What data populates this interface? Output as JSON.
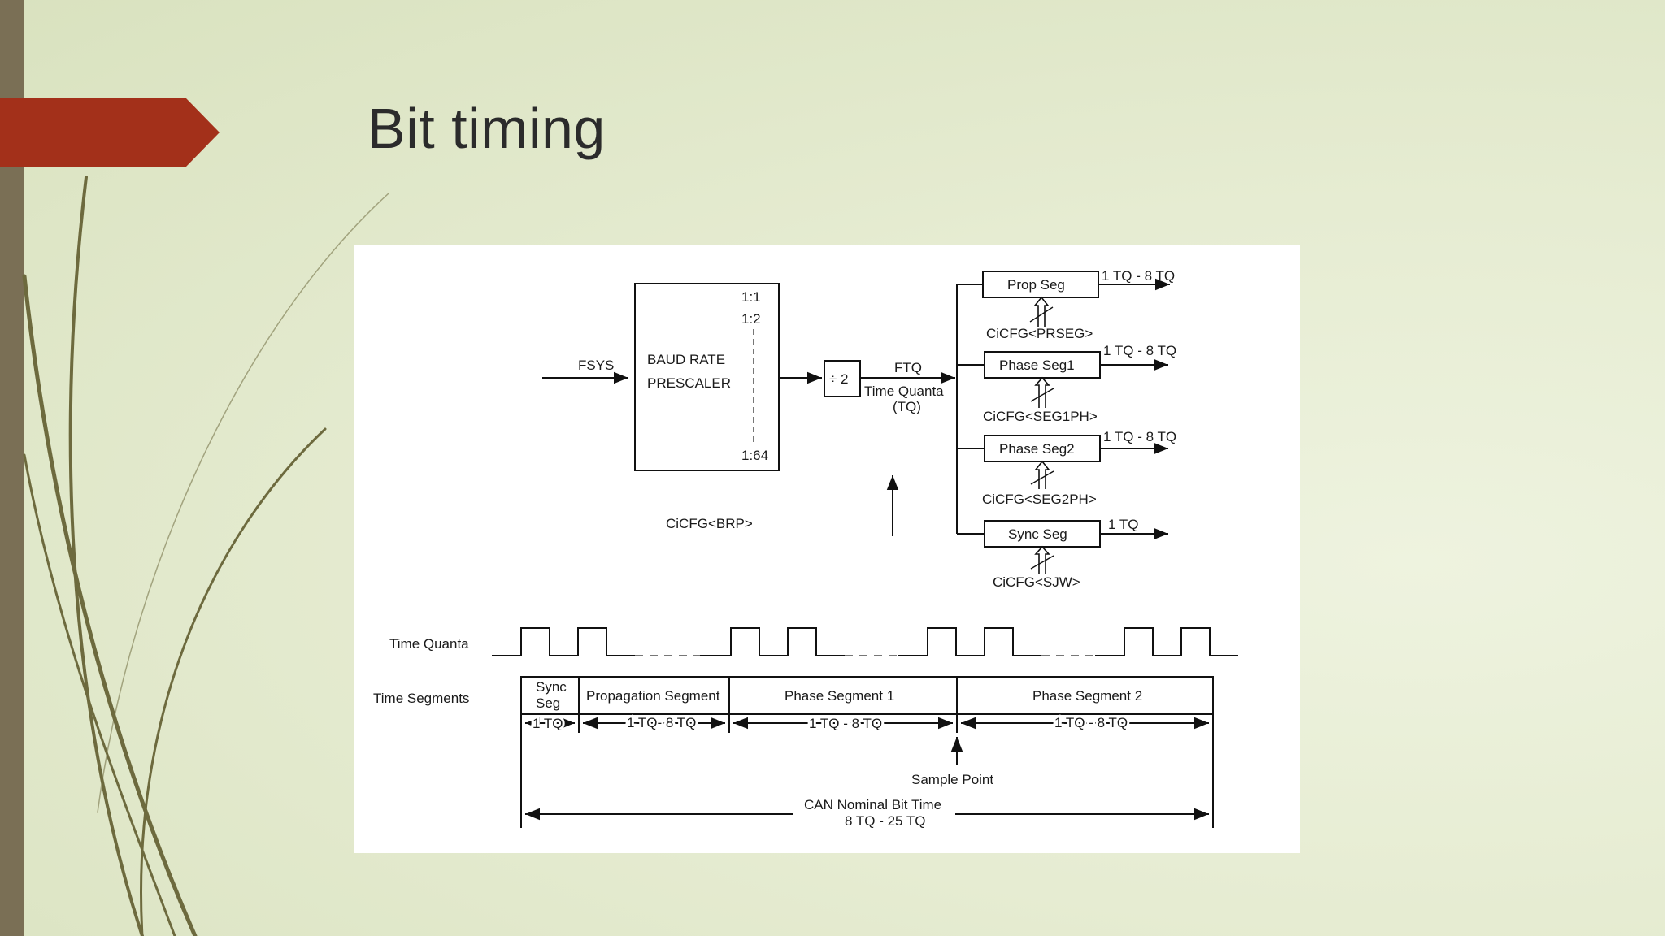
{
  "slide": {
    "title": "Bit timing",
    "colors": {
      "accent": "#a3301a",
      "sidebar": "#7a6f55",
      "swoosh": "#6d6a3e"
    }
  },
  "diagram": {
    "input_label": "FSYS",
    "prescaler": {
      "line1": "BAUD RATE",
      "line2": "PRESCALER",
      "ratio_top": "1:1",
      "ratio_second": "1:2",
      "ratio_bottom": "1:64",
      "control": "CiCFG<BRP>"
    },
    "divider": "÷ 2",
    "ftq_label": "FTQ",
    "time_quanta_line1": "Time Quanta",
    "time_quanta_line2": "(TQ)",
    "segments": [
      {
        "name": "Prop Seg",
        "range": "1 TQ - 8 TQ",
        "control": "CiCFG<PRSEG>"
      },
      {
        "name": "Phase Seg1",
        "range": "1 TQ - 8 TQ",
        "control": "CiCFG<SEG1PH>"
      },
      {
        "name": "Phase Seg2",
        "range": "1 TQ - 8 TQ",
        "control": "CiCFG<SEG2PH>"
      },
      {
        "name": "Sync Seg",
        "range": "1 TQ",
        "control": "CiCFG<SJW>"
      }
    ]
  },
  "timing": {
    "time_quanta_label": "Time Quanta",
    "time_segments_label": "Time Segments",
    "sync_line1": "Sync",
    "sync_line2": "Seg",
    "propagation": "Propagation Segment",
    "phase1": "Phase Segment 1",
    "phase2": "Phase Segment 2",
    "sync_range": "1 TQ",
    "prop_range": "1 TQ- 8 TQ",
    "phase1_range": "1 TQ - 8 TQ",
    "phase2_range": "1 TQ - 8 TQ",
    "sample_point": "Sample Point",
    "bit_time_line1": "CAN Nominal Bit Time",
    "bit_time_line2": "8 TQ - 25 TQ"
  }
}
